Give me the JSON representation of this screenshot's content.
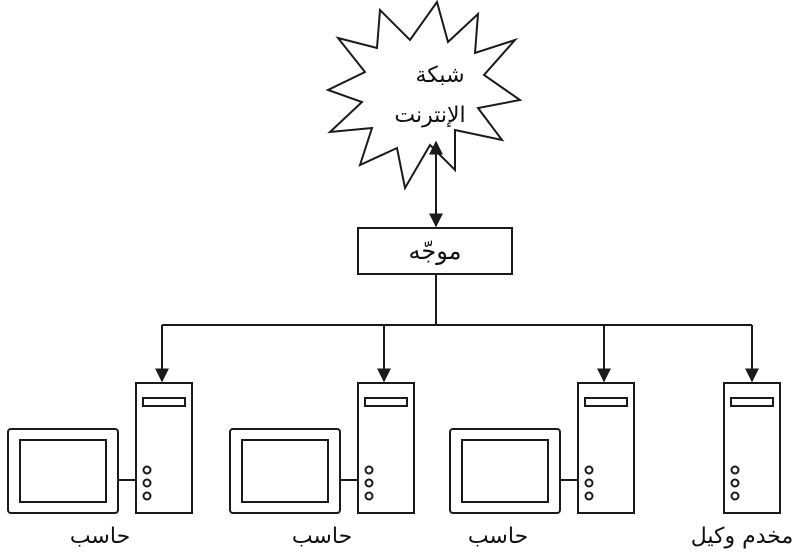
{
  "internet": {
    "label_line1": "شبكة",
    "label_line2": "الإنترنت"
  },
  "router": {
    "label": "موجّه"
  },
  "nodes": [
    {
      "label": "حاسب",
      "type": "computer"
    },
    {
      "label": "حاسب",
      "type": "computer"
    },
    {
      "label": "حاسب",
      "type": "computer"
    },
    {
      "label": "مخدم وكيل",
      "type": "proxy-server"
    }
  ],
  "colors": {
    "line": "#1a1a1a",
    "background": "#ffffff"
  }
}
